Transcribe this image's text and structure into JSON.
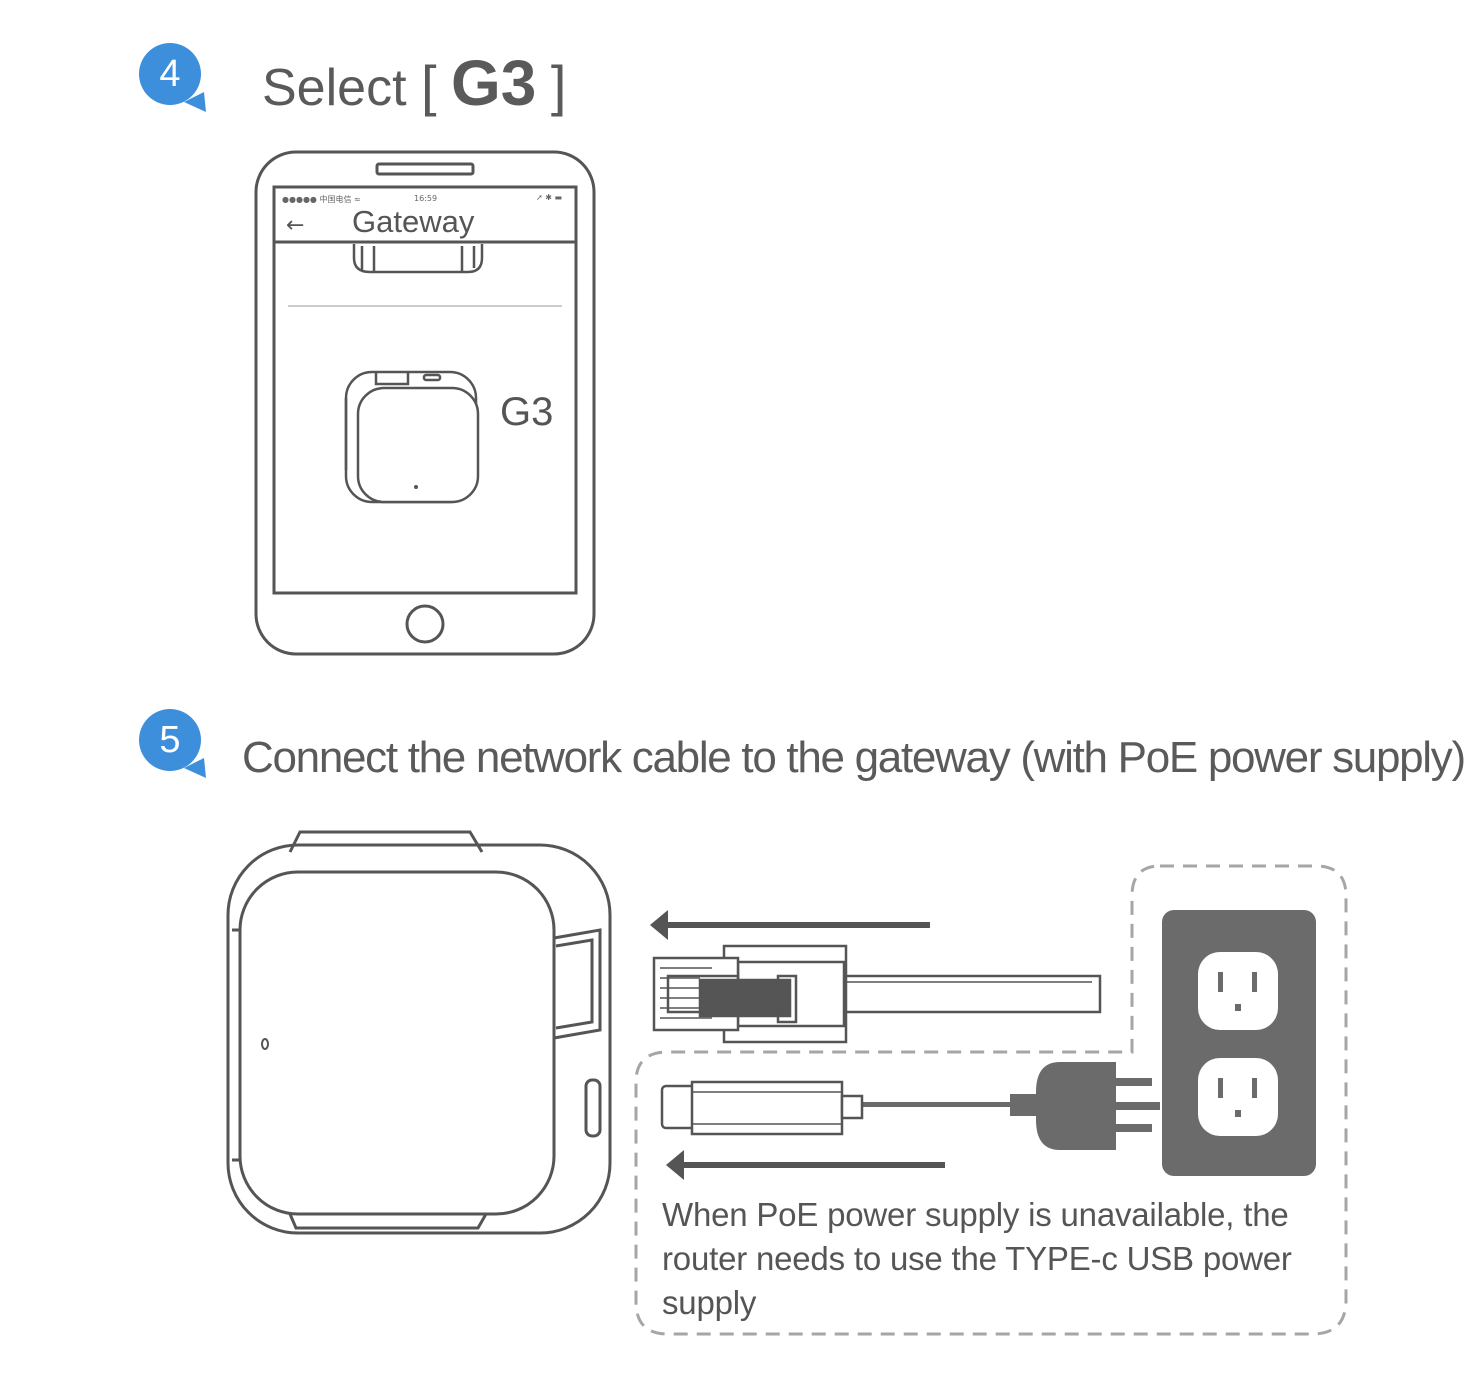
{
  "step4": {
    "number": "4",
    "title_prefix": "Select",
    "bracket_open": "[",
    "title_model": "G3",
    "bracket_close": "]"
  },
  "phone": {
    "status_carrier": "●●●●● 中国电信 ≈",
    "status_time": "16:59",
    "status_right": "➚ ✱ ▬",
    "back_glyph": "←",
    "screen_title": "Gateway",
    "device_name": "G3"
  },
  "step5": {
    "number": "5",
    "title": "Connect the network cable to the gateway (with PoE power supply)"
  },
  "note": {
    "text": "When PoE power supply is unavailable, the router needs to use the TYPE-c USB power supply"
  },
  "colors": {
    "badge_blue": "#3d8fdc",
    "line_gray": "#555555",
    "outlet_gray": "#6b6b6b",
    "dash_gray": "#a6a6a6"
  },
  "icons": {
    "back": "arrow-left-icon",
    "home": "home-button-icon"
  }
}
